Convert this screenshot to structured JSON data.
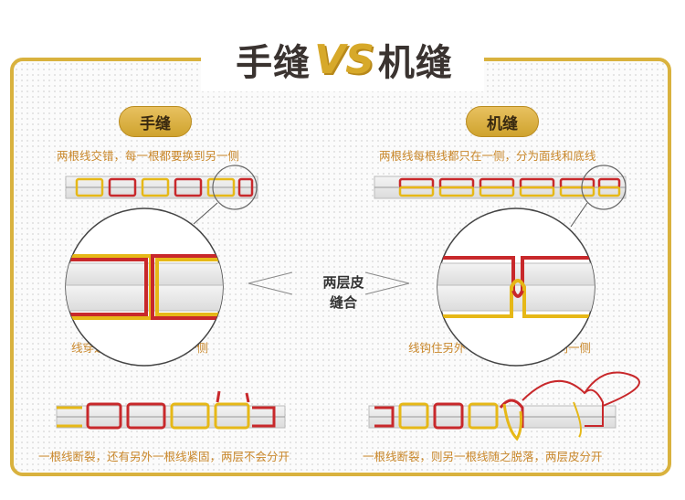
{
  "title": {
    "part1": "手缝",
    "vs": "VS",
    "part2": "机缝"
  },
  "left": {
    "badge": "手缝",
    "caption_top": "两根线交错，每一根都要换到另一侧",
    "caption_mid": "线穿过针孔，到达另外一侧",
    "caption_bottom": "一根线断裂，还有另外一根线紧固，两层不会分开"
  },
  "right": {
    "badge": "机缝",
    "caption_top": "两根线每根线都只在一侧，分为面线和底线",
    "caption_mid": "线钩住另外一面的线，再回到同一侧",
    "caption_bottom": "一根线断裂，则另一根线随之脱落，两层皮分开"
  },
  "center": {
    "line1": "两层皮",
    "line2": "缝合"
  },
  "colors": {
    "gold": "#d9b23e",
    "red_thread": "#c8282b",
    "yellow_thread": "#e6b817",
    "dark_text": "#3a3330",
    "caption": "#c9872a"
  }
}
